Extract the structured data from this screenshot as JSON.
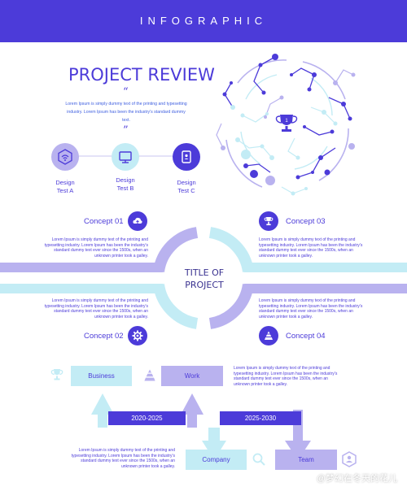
{
  "header": {
    "title": "INFOGRAPHIC"
  },
  "review": {
    "title": "PROJECT REVIEW",
    "open_quote": "“",
    "close_quote": "”",
    "intro": "Lorem Ipsum is simply dummy text of the printing and typesetting industry. Lorem Ipsum has been the industry's standard dummy text."
  },
  "tests": [
    {
      "line1": "Design",
      "line2": "Test A",
      "icon": "wifi-hexagon-icon"
    },
    {
      "line1": "Design",
      "line2": "Test B",
      "icon": "monitor-icon"
    },
    {
      "line1": "Design",
      "line2": "Test C",
      "icon": "tablet-icon"
    }
  ],
  "network": {
    "icon": "trophy-icon"
  },
  "concepts": [
    {
      "label": "Concept 01",
      "icon": "cloud-upload-icon",
      "text": "Lorem Ipsum is simply dummy text of the printing and typesetting industry. Lorem Ipsum has been the industry's standard dummy text ever since the 1500s, when an unknown printer took a galley."
    },
    {
      "label": "Concept 02",
      "icon": "gear-icon",
      "text": "Lorem Ipsum is simply dummy text of the printing and typesetting industry. Lorem Ipsum has been the industry's standard dummy text ever since the 1500s, when an unknown printer took a galley."
    },
    {
      "label": "Concept 03",
      "icon": "trophy-icon",
      "text": "Lorem Ipsum is simply dummy text of the printing and typesetting industry. Lorem Ipsum has been the industry's standard dummy text ever since the 1500s, when an unknown printer took a galley."
    },
    {
      "label": "Concept 04",
      "icon": "pyramid-icon",
      "text": "Lorem Ipsum is simply dummy text of the printing and typesetting industry. Lorem Ipsum has been the industry's standard dummy text ever since the 1500s, when an unknown printer took a galley."
    }
  ],
  "center": {
    "line1": "TITLE OF",
    "line2": "PROJECT"
  },
  "process": {
    "business": "Business",
    "work": "Work",
    "company": "Company",
    "team": "Team",
    "period1": "2020-2025",
    "period2": "2025-2030",
    "text_right": "Lorem Ipsum is simply dummy text of the printing and typesetting industry. Lorem Ipsum has been the industry's standard dummy text ever since the 1500s, when an unknown printer took a galley.",
    "text_left": "Lorem Ipsum is simply dummy text of the printing and typesetting industry. Lorem Ipsum has been the industry's standard dummy text ever since the 1500s, when an unknown printer took a galley."
  },
  "watermark": "@梦幻在冬天的花儿",
  "colors": {
    "primary": "#4c3bd9",
    "light_blue": "#c3ecf5",
    "lavender": "#b9b2ef",
    "pale": "#dff4f9"
  }
}
